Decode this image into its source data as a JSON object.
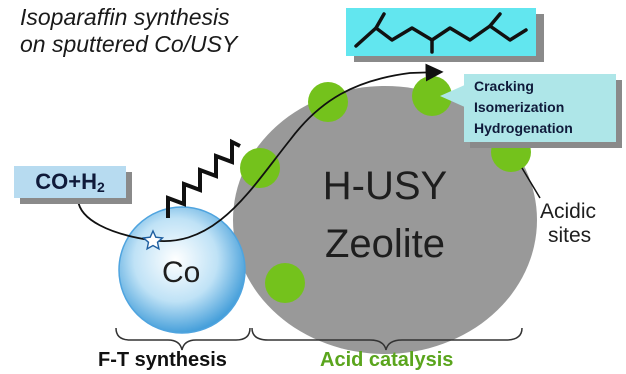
{
  "title_line1": "Isoparaffin synthesis",
  "title_line2": "on sputtered Co/USY",
  "feed_label": "CO+H",
  "feed_subscript": "2",
  "process_steps": [
    "Cracking",
    "Isomerization",
    "Hydrogenation"
  ],
  "zeolite_line1": "H-USY",
  "zeolite_line2": "Zeolite",
  "co_label": "Co",
  "acidic_line1": "Acidic",
  "acidic_line2": "sites",
  "ft_label": "F-T synthesis",
  "acid_catalysis_label": "Acid catalysis",
  "colors": {
    "zeolite": "#999999",
    "co_particle": "#bfe2f6",
    "acid_site": "#74c21c",
    "feed_box": "#b7dbf0",
    "process_box": "#aee6e8",
    "product_box": "#62e6ef",
    "acid_catalysis_text": "#5aa51d",
    "shadow": "#8a8a8a"
  },
  "icons": [
    "star-icon",
    "zigzag-chain-icon",
    "isoparaffin-molecule-icon",
    "reaction-arrow-icon"
  ]
}
